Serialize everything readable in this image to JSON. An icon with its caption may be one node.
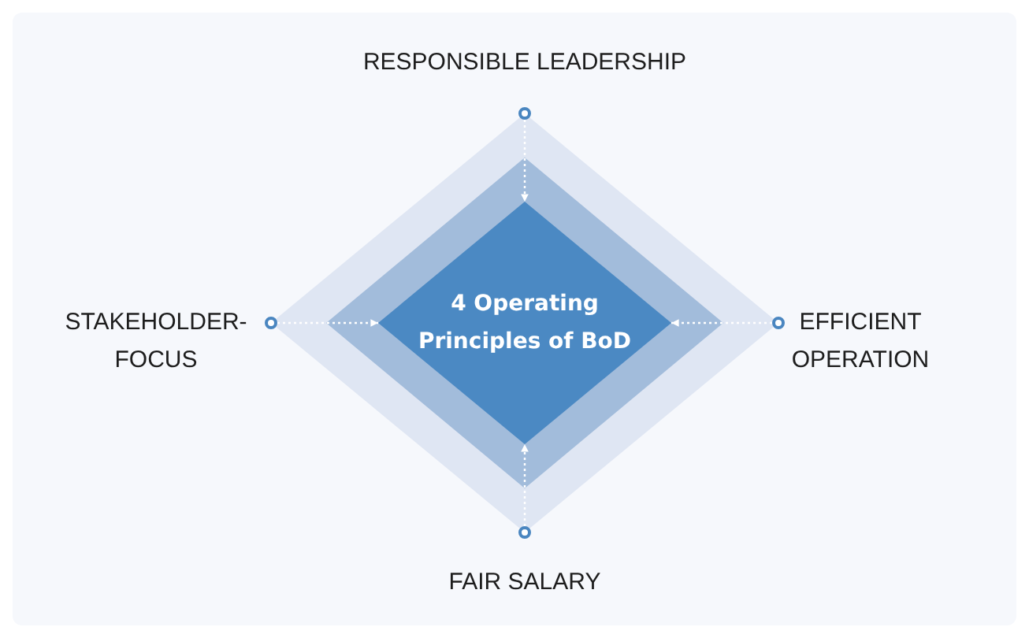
{
  "diagram": {
    "nodes": [
      {
        "text": [],
        "shape": "diamond"
      },
      {
        "text": [],
        "shape": "diamond",
        "in": 0
      },
      {
        "text": [
          "4 Operating Principles of BoD"
        ],
        "in": 1
      },
      {
        "text": [],
        "shape": "circle",
        "beside": [
          "RESPONSIBLE LEADERSHIP"
        ]
      },
      {
        "text": [],
        "shape": "circle",
        "beside": [
          "STAKEHOLDER- FOCUS"
        ]
      },
      {
        "text": [],
        "shape": "circle",
        "beside": [
          "EFFICIENT OPERATION"
        ]
      },
      {
        "text": [],
        "shape": "circle",
        "beside": [
          "FAIR SALARY"
        ]
      }
    ],
    "edges": [
      {
        "from": 3,
        "to": 2,
        "arrow": "to",
        "style": "dashed"
      },
      {
        "from": 4,
        "to": 2,
        "arrow": "to",
        "style": "dashed"
      },
      {
        "from": 5,
        "to": 2,
        "arrow": "to",
        "style": "dashed"
      },
      {
        "from": 6,
        "to": 2,
        "arrow": "to",
        "style": "dashed"
      }
    ]
  }
}
